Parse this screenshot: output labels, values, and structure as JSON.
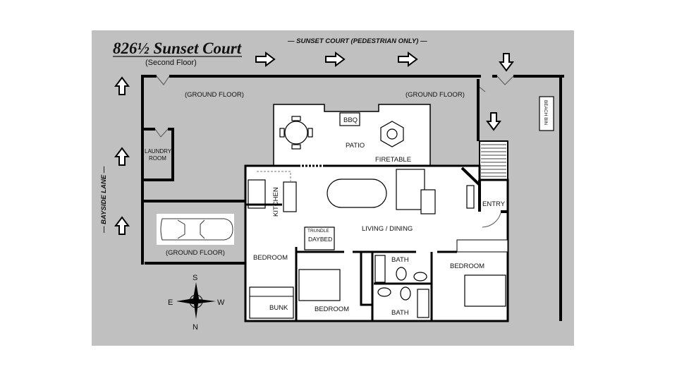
{
  "title": "826½ Sunset Court",
  "subtitle": "(Second Floor)",
  "streets": {
    "top": "— SUNSET COURT (PEDESTRIAN ONLY) —",
    "left": "— BAYSIDE LANE —"
  },
  "labels": {
    "ground_floor_left": "(GROUND FLOOR)",
    "ground_floor_right": "(GROUND FLOOR)",
    "ground_floor_garage": "(GROUND FLOOR)",
    "laundry_1": "LAUNDRY",
    "laundry_2": "ROOM",
    "beach_bin": "BEACH BIN",
    "patio": "PATIO",
    "bbq": "BBQ",
    "firetable": "FIRETABLE",
    "kitchen": "KITCHEN",
    "living": "LIVING / DINING",
    "entry": "ENTRY",
    "trundle": "TRUNDLE",
    "daybed": "DAYBED",
    "bedroom_left": "BEDROOM",
    "bunk": "BUNK",
    "bedroom_middle": "BEDROOM",
    "bath_top": "BATH",
    "bath_bottom": "BATH",
    "bedroom_right": "BEDROOM"
  },
  "compass": {
    "n": "N",
    "s": "S",
    "e": "E",
    "w": "W"
  },
  "colors": {
    "background": "#c0c0c0",
    "rooms": "#ffffff",
    "walls": "#000000"
  }
}
